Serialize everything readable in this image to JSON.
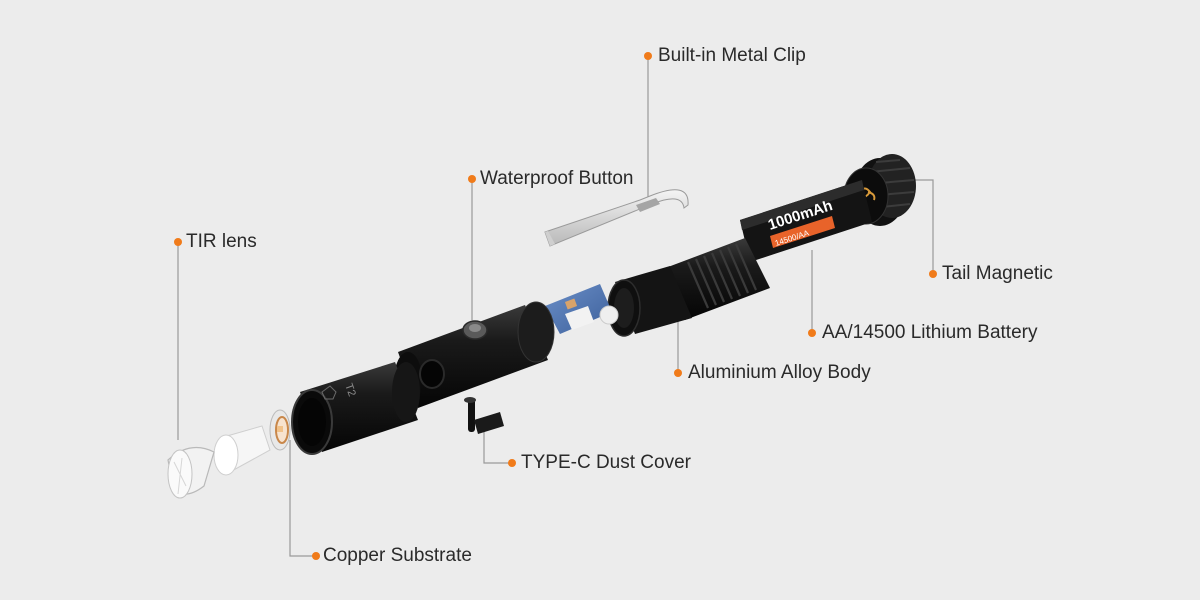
{
  "colors": {
    "background": "#ececec",
    "accent_dot": "#f07b1a",
    "leader_line": "#9a9a9a",
    "body_black": "#1b1b1b",
    "battery_orange": "#e8632a"
  },
  "labels": {
    "clip": "Built-in Metal Clip",
    "button": "Waterproof Button",
    "tir": "TIR lens",
    "tail": "Tail Magnetic",
    "battery": "AA/14500 Lithium Battery",
    "body": "Aluminium Alloy Body",
    "dust": "TYPE-C Dust Cover",
    "copper": "Copper Substrate"
  },
  "battery_print": {
    "capacity": "1000mAh",
    "type": "14500/AA"
  },
  "head_print": "T2"
}
